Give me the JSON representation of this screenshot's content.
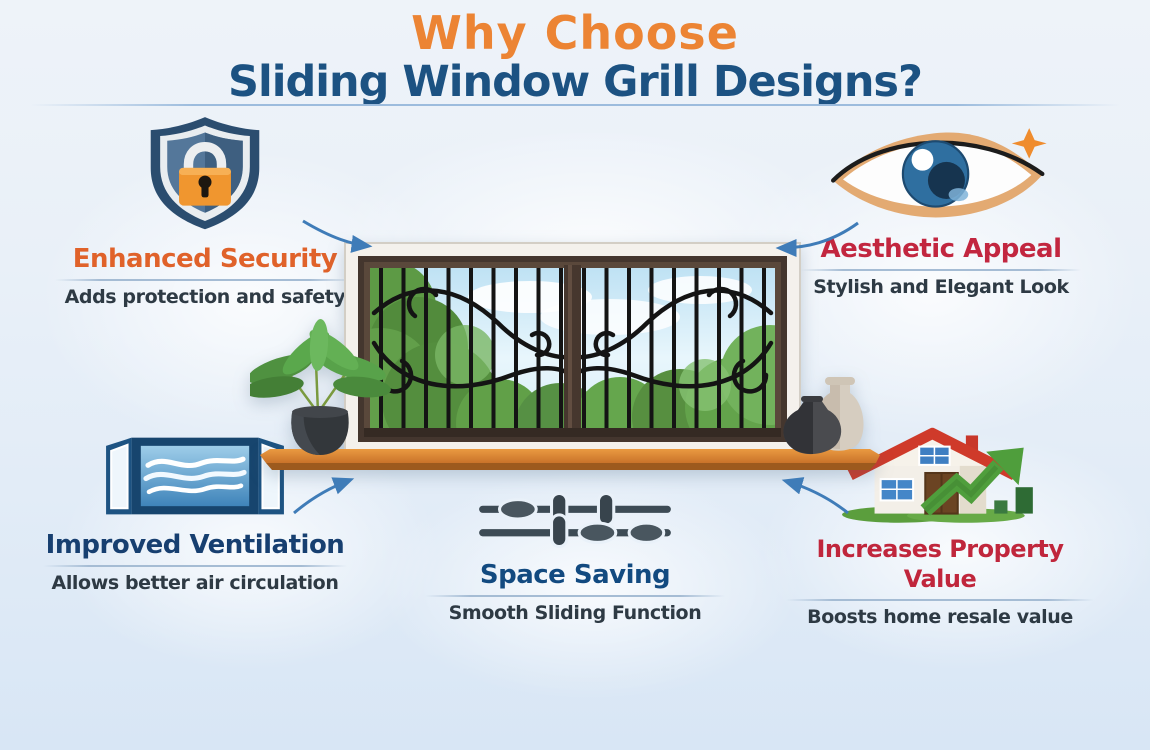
{
  "header": {
    "title_line1": "Why Choose",
    "title_line2": "Sliding Window Grill Designs?"
  },
  "features": [
    {
      "heading": "Enhanced Security",
      "subtitle": "Adds protection and safety",
      "icon": "shield-lock-icon",
      "heading_color": "#e0622a"
    },
    {
      "heading": "Aesthetic Appeal",
      "subtitle": "Stylish and Elegant Look",
      "icon": "eye-sparkle-icon",
      "heading_color": "#c2263f"
    },
    {
      "heading": "Improved Ventilation",
      "subtitle": "Allows better air circulation",
      "icon": "open-window-airflow-icon",
      "heading_color": "#173f70"
    },
    {
      "heading": "Space Saving",
      "subtitle": "Smooth Sliding Function",
      "icon": "sliding-controls-icon",
      "heading_color": "#124a80"
    },
    {
      "heading": "Increases Property Value",
      "subtitle": "Boosts home resale value",
      "icon": "house-value-growth-icon",
      "heading_color": "#c0263c"
    }
  ],
  "colors": {
    "background_top": "#eef3f9",
    "background_bottom": "#d8e6f5",
    "title_accent": "#ec8434",
    "title_main": "#1c5282",
    "subtitle_text": "#2e3a44",
    "arrow": "#3f7cb8",
    "window_frame": "#44362e",
    "window_sill": "#d9852f",
    "grill_metal": "#141414",
    "shield_navy": "#2b4d6f",
    "padlock_orange": "#f0962f",
    "eye_iris_blue": "#2f6fa0",
    "house_roof_red": "#cf3a2a",
    "growth_arrow_green": "#4f9e3c"
  }
}
